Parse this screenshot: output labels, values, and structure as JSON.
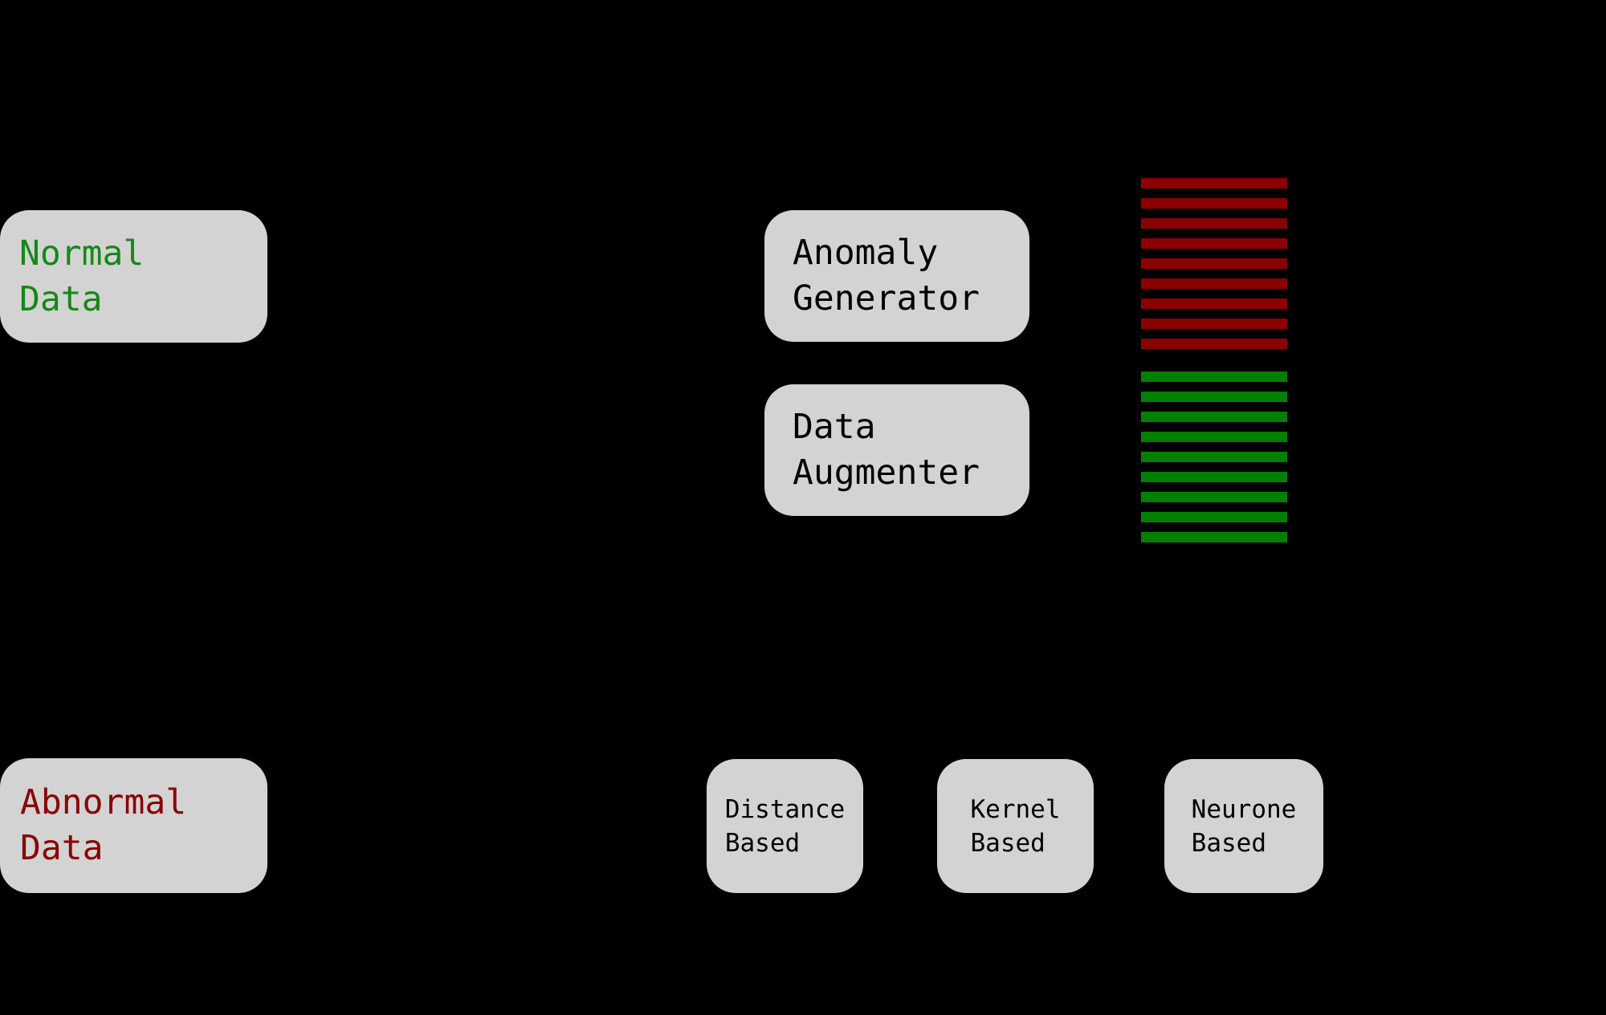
{
  "diagram": {
    "background_color": "#000000",
    "box_fill_color": "#d3d3d3",
    "boxes": {
      "normal_data": {
        "line1": "Normal",
        "line2": "Data",
        "text_color": "#168816"
      },
      "abnormal_data": {
        "line1": "Abnormal",
        "line2": "Data",
        "text_color": "#8B0000"
      },
      "anomaly_generator": {
        "line1": "Anomaly",
        "line2": "Generator",
        "text_color": "#000000"
      },
      "data_augmenter": {
        "line1": "Data",
        "line2": "Augmenter",
        "text_color": "#000000"
      },
      "distance_based": {
        "line1": "Distance",
        "line2": "Based",
        "text_color": "#000000"
      },
      "kernel_based": {
        "line1": "Kernel",
        "line2": "Based",
        "text_color": "#000000"
      },
      "neurone_based": {
        "line1": "Neurone",
        "line2": "Based",
        "text_color": "#000000"
      }
    },
    "stripes": {
      "abnormal": {
        "count": 9,
        "color": "#8B0000"
      },
      "normal": {
        "count": 9,
        "color": "#008000"
      }
    }
  }
}
